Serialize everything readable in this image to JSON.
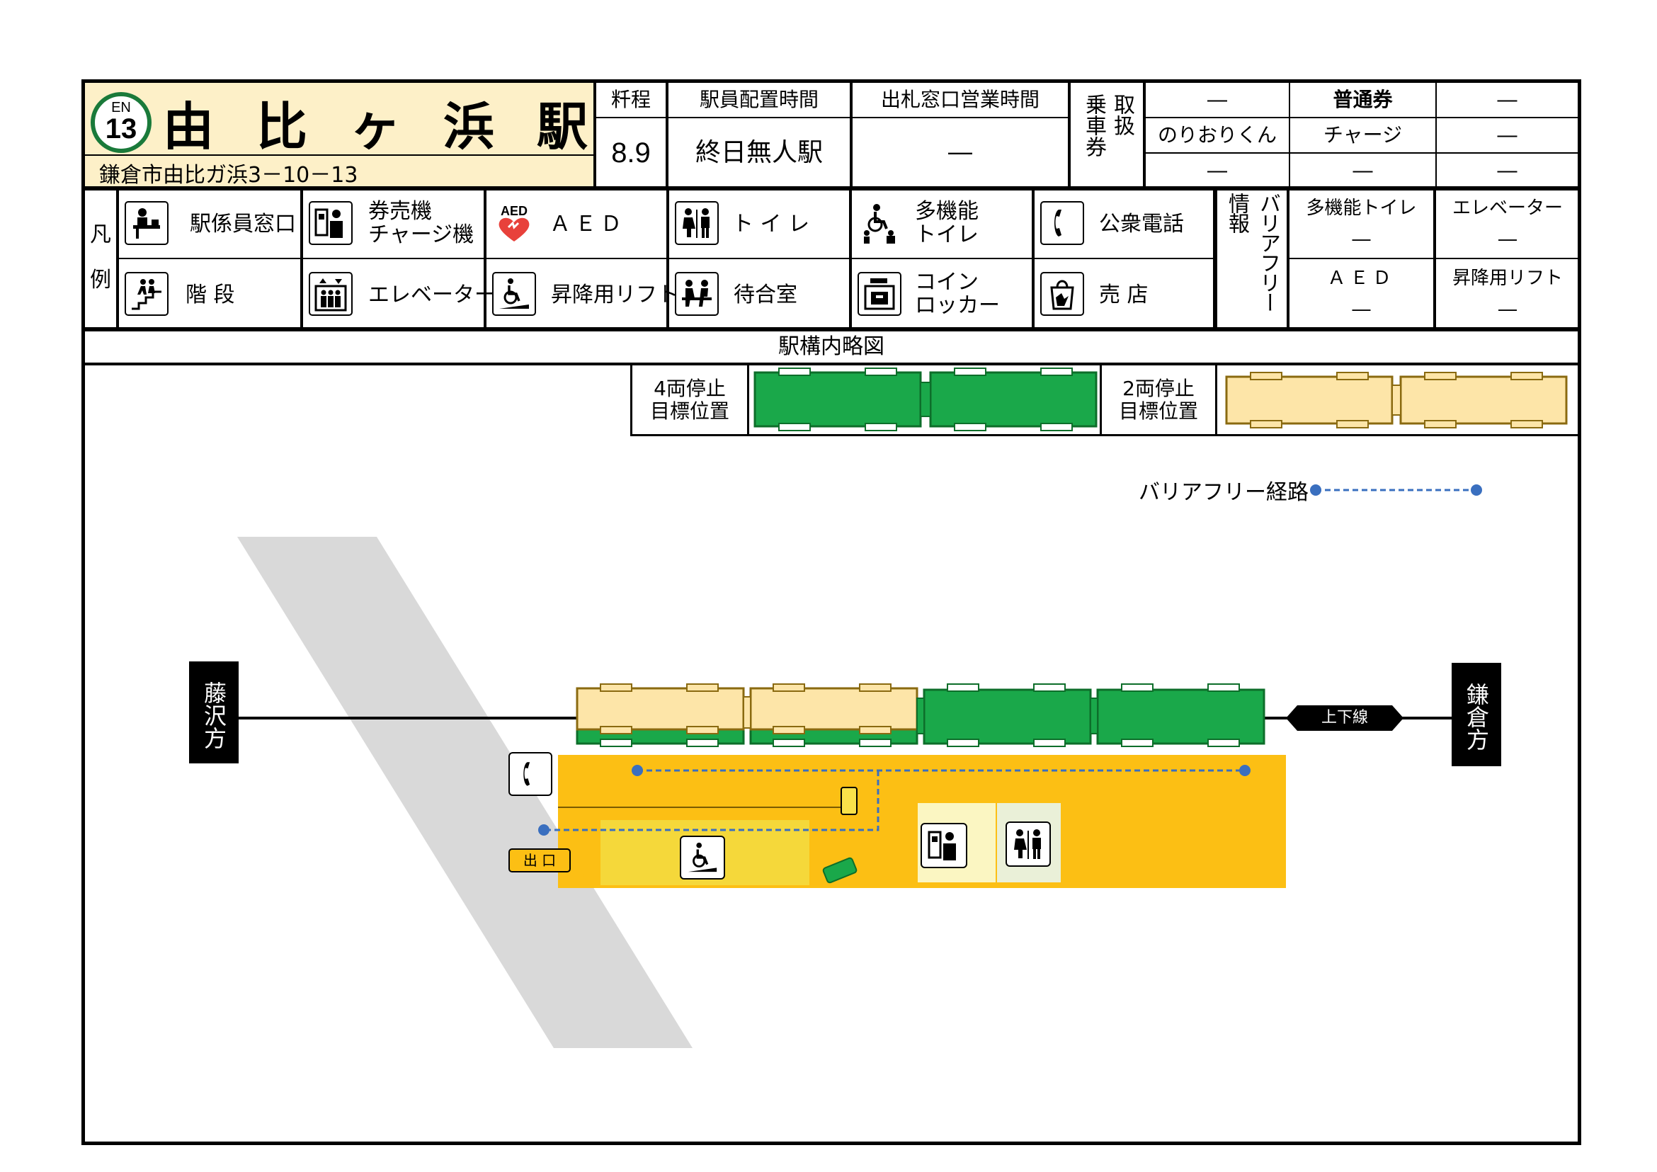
{
  "station": {
    "line_code": "EN",
    "number": "13",
    "name_chars": [
      "由",
      "比",
      "ヶ",
      "浜",
      "駅"
    ],
    "address": "鎌倉市由比ガ浜3－10－13",
    "colors": {
      "name_bg": "#fdf0c8",
      "badge_ring": "#1a7a3a"
    }
  },
  "info": {
    "fare_label": "粁程",
    "fare_value": "8.9",
    "staff_label": "駅員配置時間",
    "staff_value": "終日無人駅",
    "window_label": "出札窓口営業時間",
    "window_value": "―",
    "ticket_group_label_left": "乗車券",
    "ticket_group_label_right": "取扱",
    "ticket_rows": [
      [
        "―",
        "普通券",
        "―"
      ],
      [
        "のりおりくん",
        "チャージ",
        "―"
      ],
      [
        "―",
        "―",
        "―"
      ]
    ]
  },
  "legend": {
    "label": [
      "凡",
      "例"
    ],
    "items": [
      {
        "icon": "staffed-window-icon",
        "label": "駅係員窓口"
      },
      {
        "icon": "ticket-machine-icon",
        "label": "券売機\nチャージ機"
      },
      {
        "icon": "aed-icon",
        "label": "ＡＥＤ"
      },
      {
        "icon": "toilet-icon",
        "label": "ト イ レ"
      },
      {
        "icon": "accessible-toilet-icon",
        "label": "多機能\nトイレ"
      },
      {
        "icon": "public-phone-icon",
        "label": "公衆電話"
      },
      {
        "icon": "stairs-icon",
        "label": "階 段"
      },
      {
        "icon": "elevator-icon",
        "label": "エレベーター"
      },
      {
        "icon": "wheelchair-lift-icon",
        "label": "昇降用リフト"
      },
      {
        "icon": "waiting-room-icon",
        "label": "待合室"
      },
      {
        "icon": "coin-locker-icon",
        "label": "コイン\nロッカー"
      },
      {
        "icon": "shop-icon",
        "label": "売 店"
      }
    ]
  },
  "barrier_free": {
    "title": "バリアフリー情報",
    "items": [
      {
        "label": "多機能トイレ",
        "value": "―"
      },
      {
        "label": "エレベーター",
        "value": "―"
      },
      {
        "label": "ＡＥＤ",
        "value": "―"
      },
      {
        "label": "昇降用リフト",
        "value": "―"
      }
    ]
  },
  "map": {
    "title": "駅構内略図",
    "stop4_label": "4両停止\n目標位置",
    "stop2_label": "2両停止\n目標位置",
    "route_legend": "バリアフリー経路",
    "left_direction": "藤沢方",
    "right_direction": "鎌倉方",
    "track_label": "上下線",
    "exit_label": "出 口",
    "colors": {
      "car_green": "#1aa84a",
      "car_green_border": "#0d6e2a",
      "car_cream": "#fde5a8",
      "car_cream_border": "#8a6a10",
      "platform": "#fcbf14",
      "road": "#d9d9d9",
      "route": "#3a6fbf"
    }
  }
}
